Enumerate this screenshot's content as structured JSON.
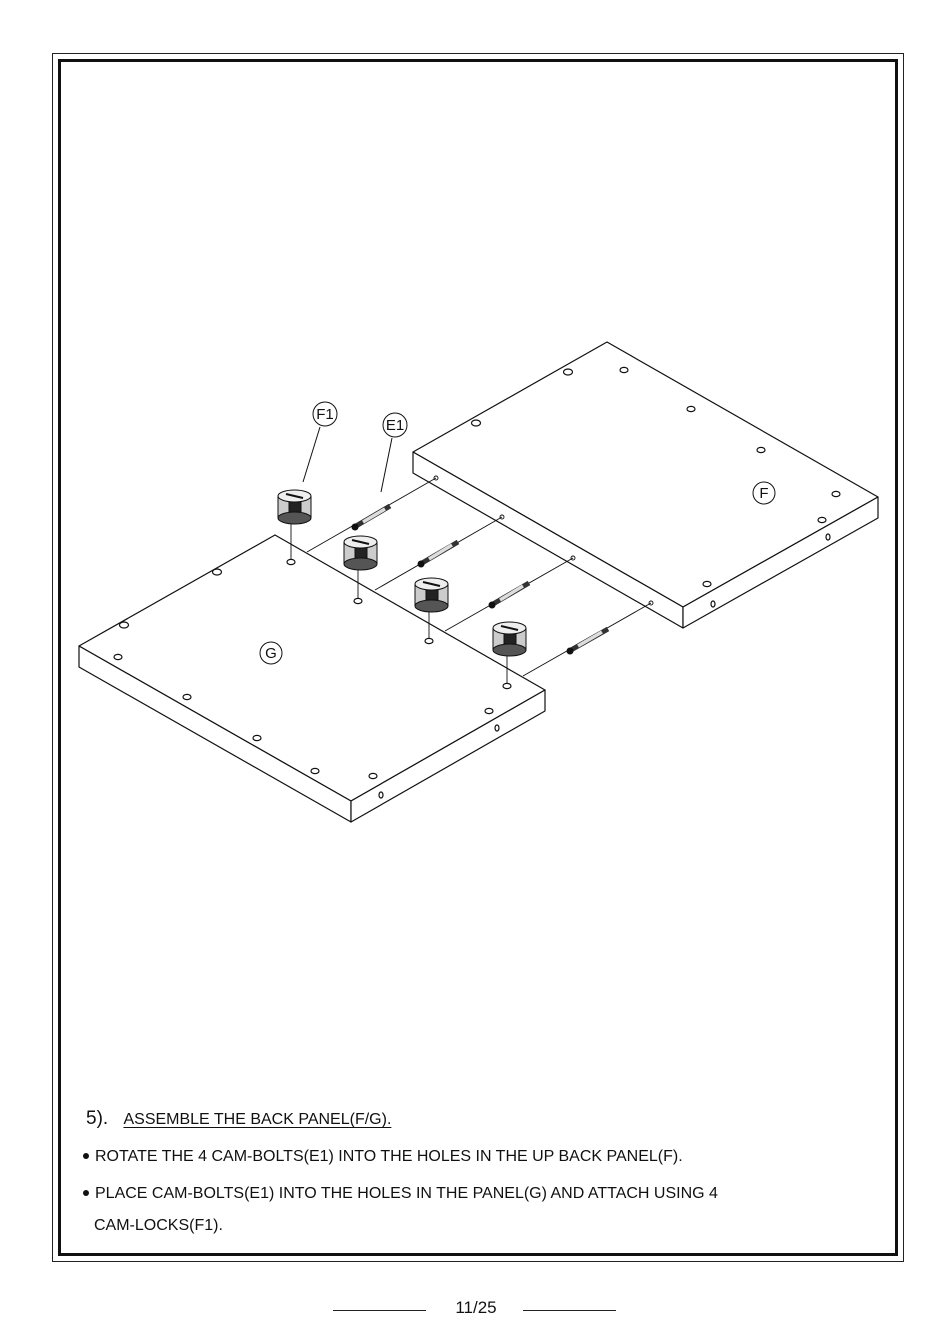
{
  "step": {
    "number": "5).",
    "title": "ASSEMBLE THE BACK PANEL(F/G)."
  },
  "instructions": [
    "ROTATE THE 4 CAM-BOLTS(E1) INTO THE HOLES IN THE UP BACK PANEL(F).",
    "PLACE CAM-BOLTS(E1) INTO THE HOLES IN THE PANEL(G) AND ATTACH USING 4",
    "CAM-LOCKS(F1)."
  ],
  "labels": {
    "cam_lock": "F1",
    "cam_bolt": "E1",
    "panel_f": "F",
    "panel_g": "G"
  },
  "page": "11/25"
}
